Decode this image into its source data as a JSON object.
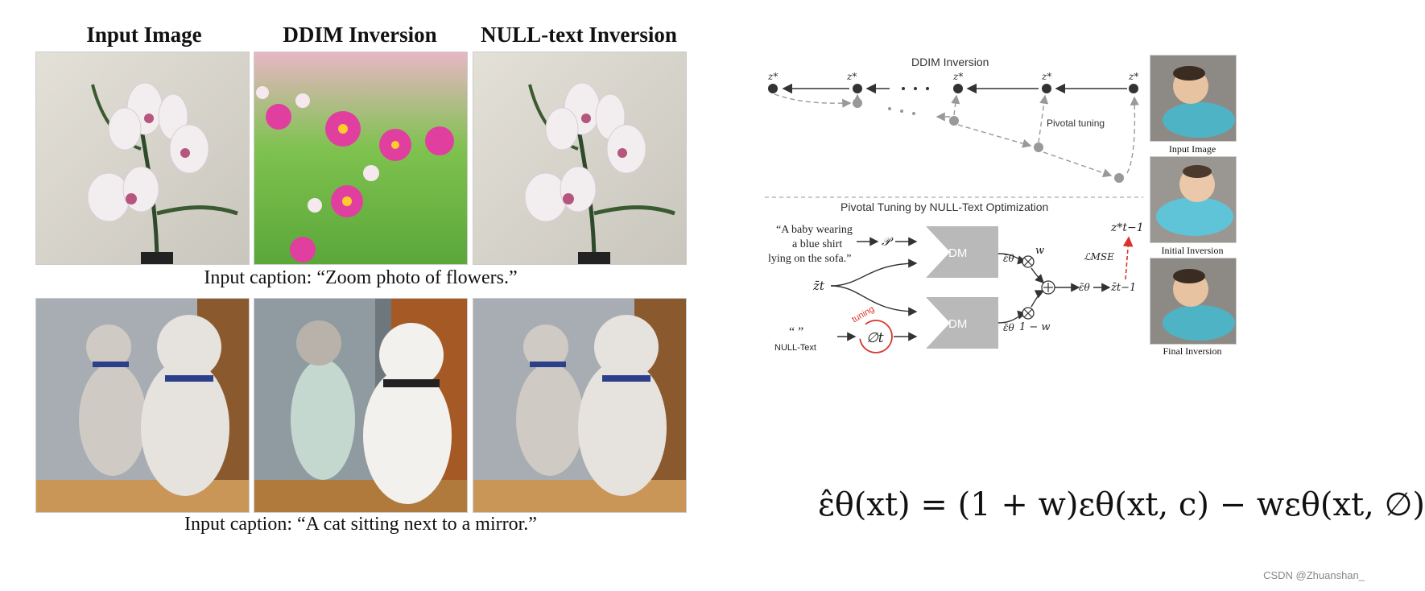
{
  "left_panel": {
    "headers": [
      "Input Image",
      "DDIM Inversion",
      "NULL-text Inversion"
    ],
    "caption_1": "Input caption: “Zoom photo of flowers.”",
    "caption_2": "Input caption: “A cat sitting next to a mirror.”"
  },
  "diagram": {
    "ddim_title": "DDIM Inversion",
    "pivotal_label": "Pivotal tuning",
    "section2_title": "Pivotal Tuning by NULL-Text Optimization",
    "prompt_line1": "“A baby wearing",
    "prompt_line2": "a blue shirt",
    "prompt_line3": "lying on the sofa.”",
    "null_quotes": "“ ”",
    "null_text": "NULL-Text",
    "dm_label": "DM",
    "tuning_label": "tuning",
    "w_label": "w",
    "one_minus_w": "1 − w",
    "loss_label": "ℒMSE",
    "p_symbol": "𝒫"
  },
  "thumbnails": {
    "labels": [
      "Input Image",
      "Initial Inversion",
      "Final Inversion"
    ]
  },
  "equation": {
    "text": "ε̂θ(xt) = (1 + w)εθ(xt, c) − wεθ(xt, ∅)"
  },
  "watermark": "CSDN @Zhuanshan_",
  "colors": {
    "accent_red": "#d9342b",
    "box_gray": "#b9b9b9",
    "arrow_dark": "#333333"
  }
}
